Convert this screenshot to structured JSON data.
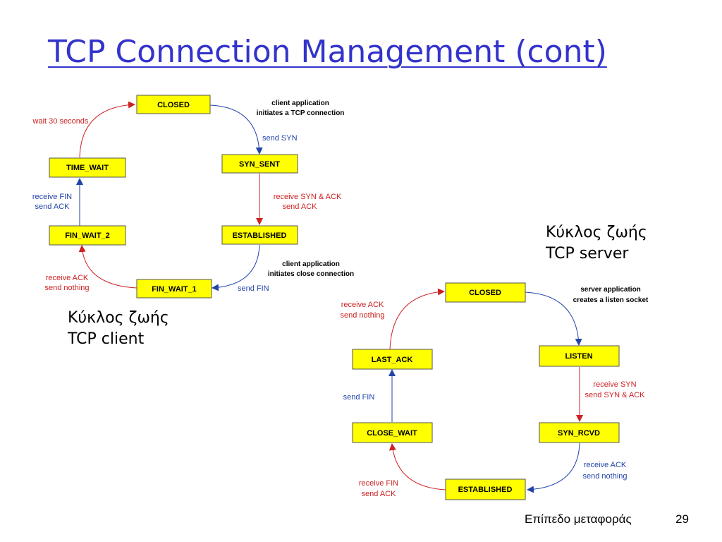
{
  "title": "TCP Connection Management (cont)",
  "client": {
    "caption_line1": "Κύκλος ζωής",
    "caption_line2": "TCP client",
    "states": {
      "closed": "CLOSED",
      "syn_sent": "SYN_SENT",
      "established": "ESTABLISHED",
      "fin_wait_1": "FIN_WAIT_1",
      "fin_wait_2": "FIN_WAIT_2",
      "time_wait": "TIME_WAIT"
    },
    "notes": {
      "connect_line1": "client application",
      "connect_line2": "initiates a TCP connection",
      "close_line1": "client application",
      "close_line2": "initiates close connection"
    },
    "transitions": {
      "send_syn": "send SYN",
      "recv_synack_line1": "receive SYN & ACK",
      "recv_synack_line2": "send ACK",
      "send_fin": "send FIN",
      "recv_ack_line1": "receive  ACK",
      "recv_ack_line2": "send nothing",
      "recv_fin_line1": "receive FIN",
      "recv_fin_line2": "send ACK",
      "wait": "wait 30 seconds"
    }
  },
  "server": {
    "caption_line1": "Κύκλος ζωής",
    "caption_line2": "TCP server",
    "states": {
      "closed": "CLOSED",
      "listen": "LISTEN",
      "syn_rcvd": "SYN_RCVD",
      "established": "ESTABLISHED",
      "close_wait": "CLOSE_WAIT",
      "last_ack": "LAST_ACK"
    },
    "notes": {
      "listen_line1": "server application",
      "listen_line2": "creates a listen socket"
    },
    "transitions": {
      "recv_syn_line1": "receive SYN",
      "recv_syn_line2": "send SYN & ACK",
      "recv_ack_line1": "receive  ACK",
      "recv_ack_line2": "send nothing",
      "recv_fin_line1": "receive FIN",
      "recv_fin_line2": "send ACK",
      "send_fin": "send FIN",
      "last_recv_ack_line1": "receive  ACK",
      "last_recv_ack_line2": "send nothing"
    }
  },
  "footer": {
    "label": "Επίπεδο μεταφοράς",
    "page": "29"
  },
  "colors": {
    "title": "#3333cc",
    "state_fill": "#ffff00",
    "arrow_red": "#cc2222",
    "arrow_blue": "#2244aa"
  }
}
